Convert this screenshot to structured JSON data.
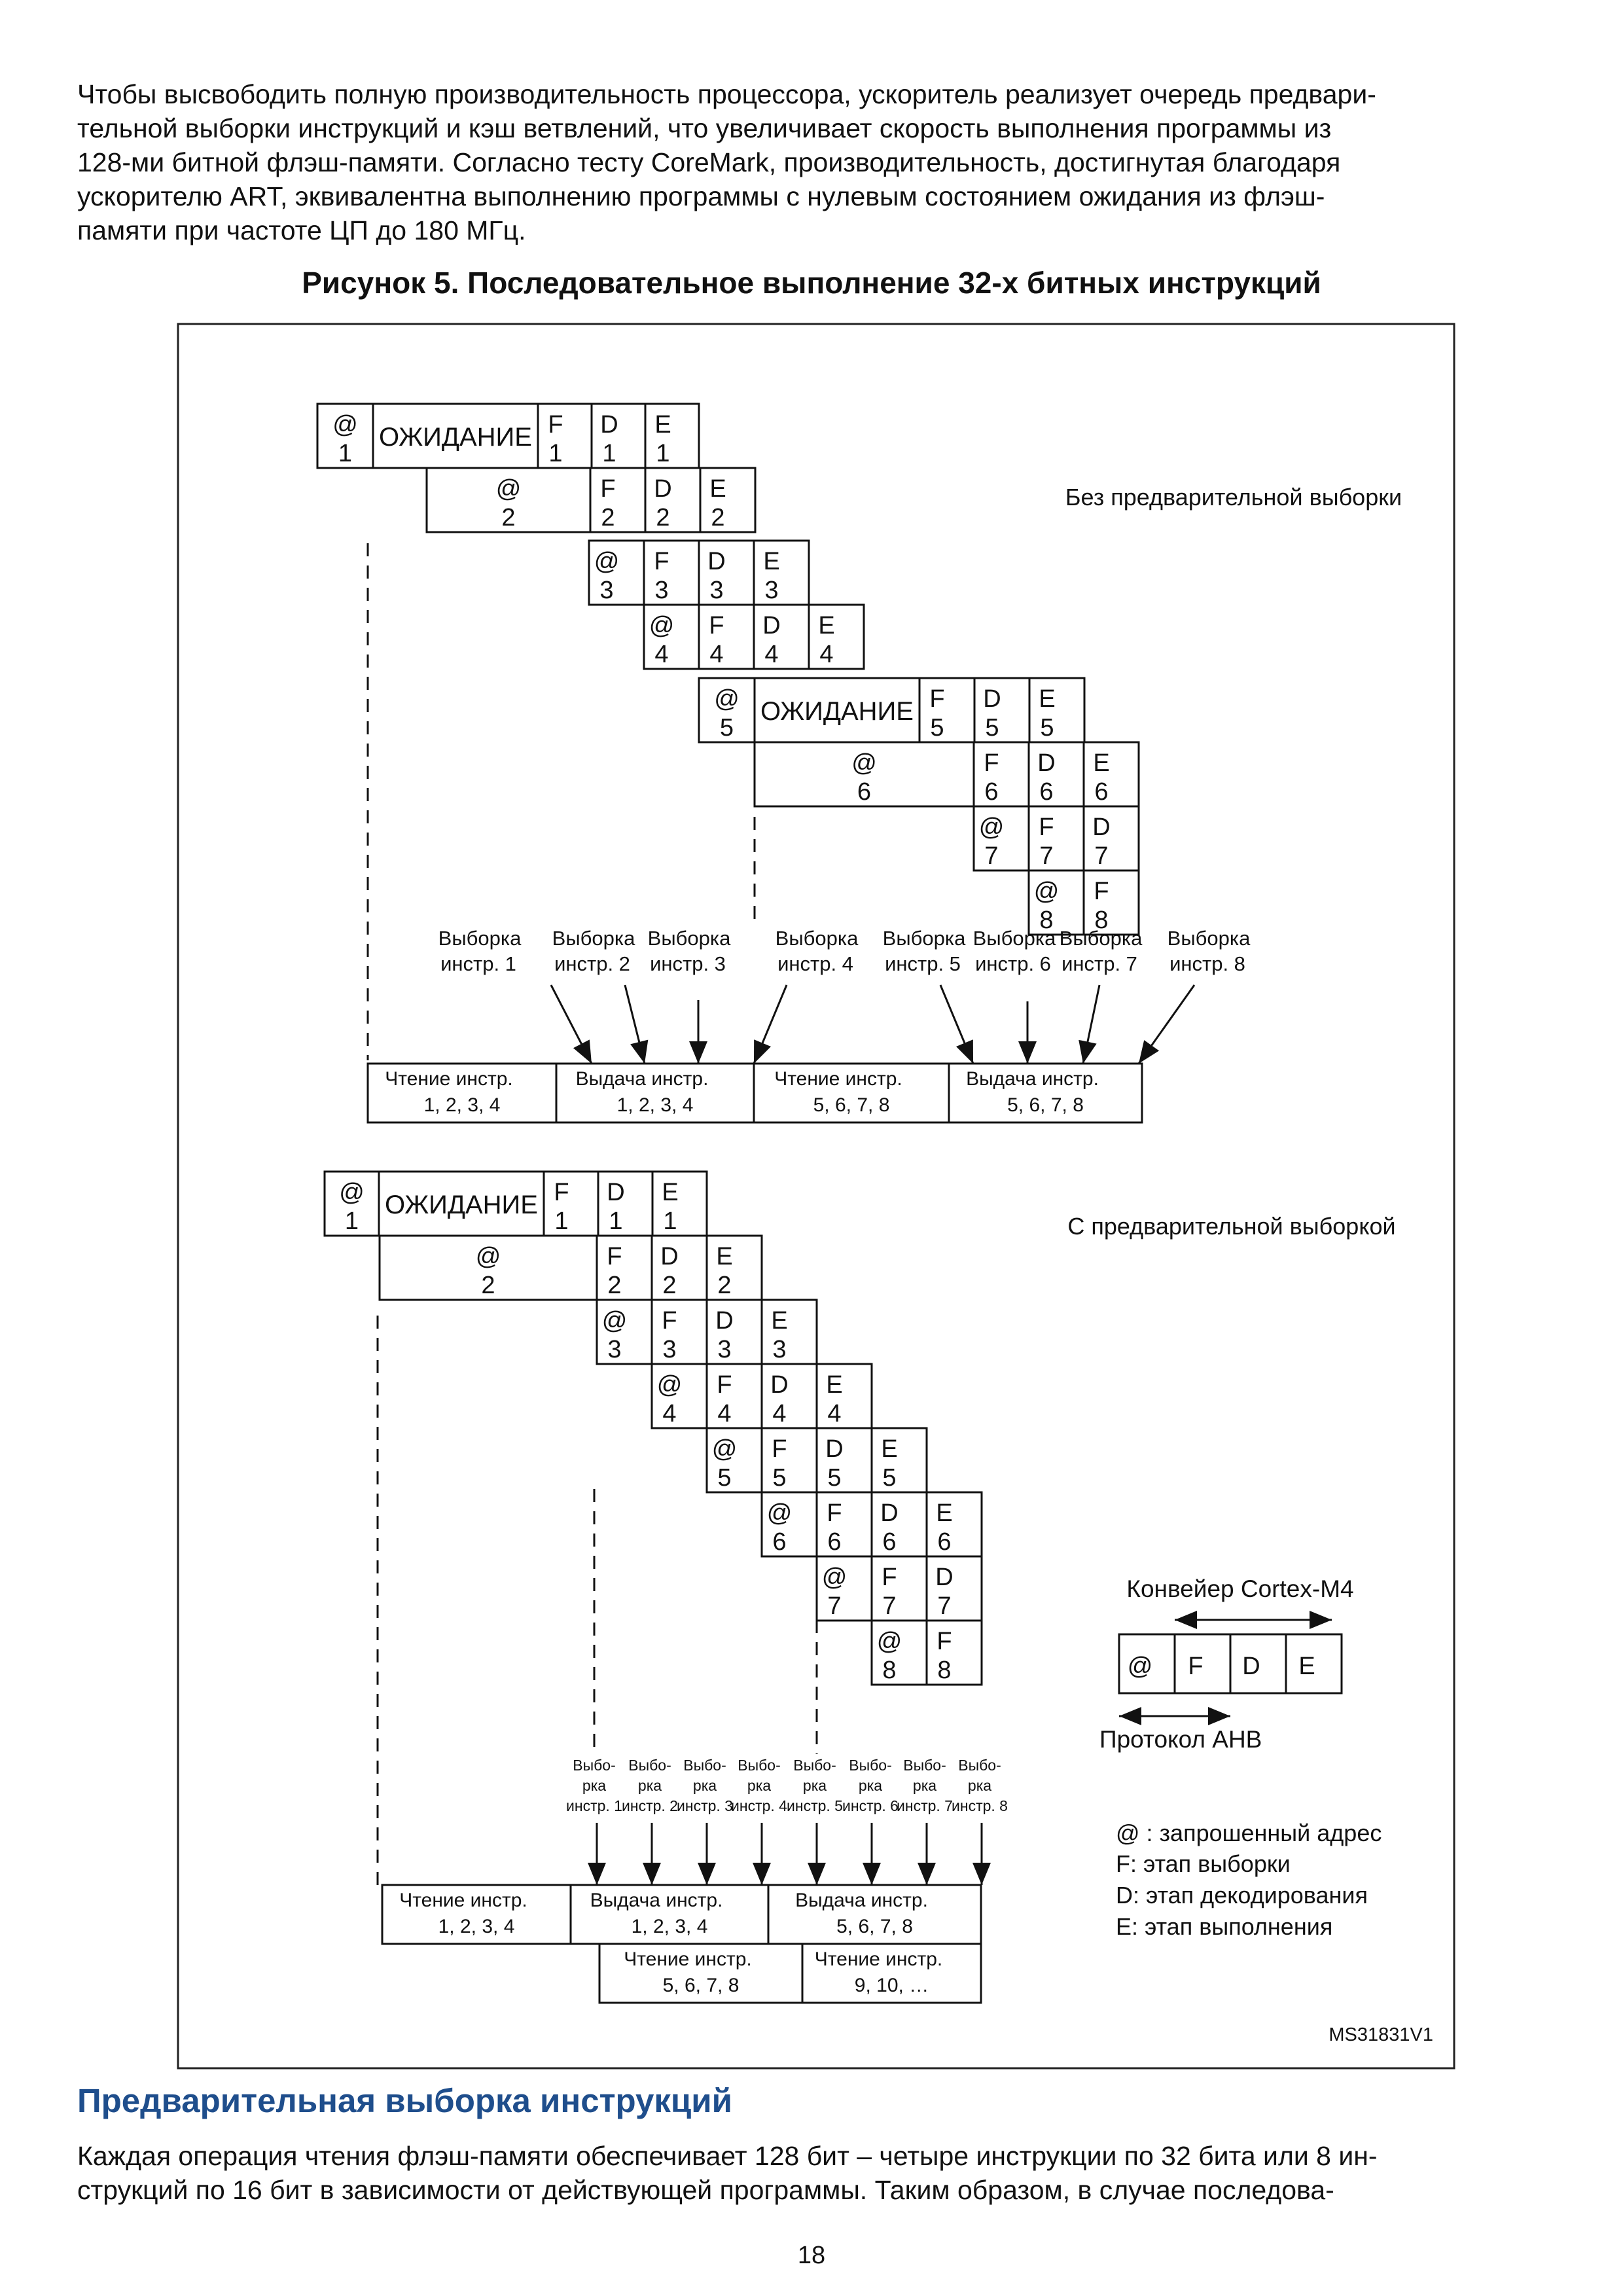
{
  "intro": [
    "Чтобы высвободить полную производительность процессора, ускоритель реализует очередь предвари-",
    "тельной выборки инструкций и кэш ветвлений, что увеличивает скорость выполнения программы из",
    "128-ми битной флэш-памяти. Согласно тесту CoreMark, производительность, достигнутая благодаря",
    "ускорителю ART, эквивалентна выполнению программы с нулевым состоянием ожидания из флэш-",
    "памяти при частоте ЦП до 180 МГц."
  ],
  "figure": {
    "title": "Рисунок 5. Последовательное выполнение 32-х битных инструкций",
    "wait": "ОЖИДАНИЕ",
    "top": {
      "label": "Без предварительной выборки",
      "fetch_labels": [
        [
          "Выборка",
          "инстр. 1"
        ],
        [
          "Выборка",
          "инстр. 2"
        ],
        [
          "Выборка",
          "инстр. 3"
        ],
        [
          "Выборка",
          "инстр. 4"
        ],
        [
          "Выборка",
          "инстр. 5"
        ],
        [
          "Выборка",
          "инстр. 6"
        ],
        [
          "Выборка",
          "инстр. 7"
        ],
        [
          "Выборка",
          "инстр. 8"
        ]
      ],
      "bus": [
        [
          "Чтение инстр.",
          "1, 2, 3, 4"
        ],
        [
          "Выдача инстр.",
          "1, 2, 3, 4"
        ],
        [
          "Чтение инстр.",
          "5, 6, 7, 8"
        ],
        [
          "Выдача инстр.",
          "5, 6, 7, 8"
        ]
      ]
    },
    "bottom": {
      "label": "С предварительной выборкой",
      "fetch_labels": [
        [
          "Выбо-",
          "рка",
          "инстр. 1"
        ],
        [
          "Выбо-",
          "рка",
          "инстр. 2"
        ],
        [
          "Выбо-",
          "рка",
          "инстр. 3"
        ],
        [
          "Выбо-",
          "рка",
          "инстр. 4"
        ],
        [
          "Выбо-",
          "рка",
          "инстр. 5"
        ],
        [
          "Выбо-",
          "рка",
          "инстр. 6"
        ],
        [
          "Выбо-",
          "рка",
          "инстр. 7"
        ],
        [
          "Выбо-",
          "рка",
          "инстр. 8"
        ]
      ],
      "bus": [
        [
          "Чтение инстр.",
          "1, 2, 3, 4"
        ],
        [
          "Выдача инстр.",
          "1, 2, 3, 4"
        ],
        [
          "Выдача инстр.",
          "5, 6, 7, 8"
        ],
        [
          "Чтение инстр.",
          "5, 6, 7, 8"
        ],
        [
          "Чтение инстр.",
          "9, 10, …"
        ]
      ]
    },
    "legend": {
      "pipeline_title": "Конвейер Cortex-M4",
      "stages": [
        "@",
        "F",
        "D",
        "E"
      ],
      "ahb": "Протокол AHB",
      "items": [
        "@ : запрошенный адрес",
        "F: этап выборки",
        "D: этап декодирования",
        "E: этап выполнения"
      ]
    },
    "code": "MS31831V1"
  },
  "section": {
    "heading": "Предварительная выборка инструкций",
    "body": [
      "Каждая операция чтения флэш-памяти обеспечивает 128 бит – четыре инструкции по 32 бита или 8 ин-",
      "струкций по 16 бит в зависимости от действующей программы. Таким образом, в случае последова-"
    ]
  },
  "page_number": "18"
}
